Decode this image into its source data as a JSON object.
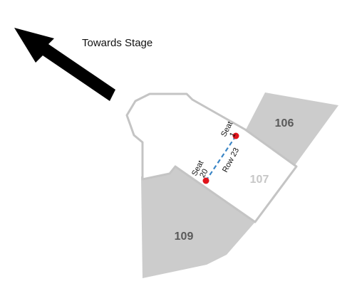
{
  "direction": {
    "label": "Towards Stage",
    "icon": "arrow-up-left-icon"
  },
  "sections": [
    {
      "id": "106",
      "label": "106",
      "highlighted": false
    },
    {
      "id": "107",
      "label": "107",
      "highlighted": true
    },
    {
      "id": "109",
      "label": "109",
      "highlighted": false
    }
  ],
  "row": {
    "label": "Row 23"
  },
  "seats": [
    {
      "line1": "Seat",
      "line2": "1"
    },
    {
      "line1": "Seat",
      "line2": "20"
    }
  ],
  "colors": {
    "section_fill": "#cccccc",
    "section_outline": "#c4c4c4",
    "label_dark": "#5a5a5a",
    "label_light": "#c7c7c7",
    "seat_marker": "#e0141b",
    "row_line": "#3b86c6",
    "arrow": "#000000"
  }
}
